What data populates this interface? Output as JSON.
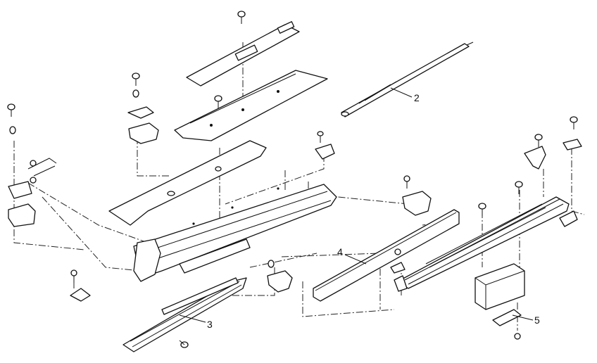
{
  "diagram": {
    "callouts": [
      {
        "id": "2",
        "label": "2"
      },
      {
        "id": "3",
        "label": "3"
      },
      {
        "id": "4",
        "label": "4"
      },
      {
        "id": "5",
        "label": "5"
      }
    ],
    "colors": {
      "ink": "#111111",
      "background": "#ffffff"
    }
  }
}
